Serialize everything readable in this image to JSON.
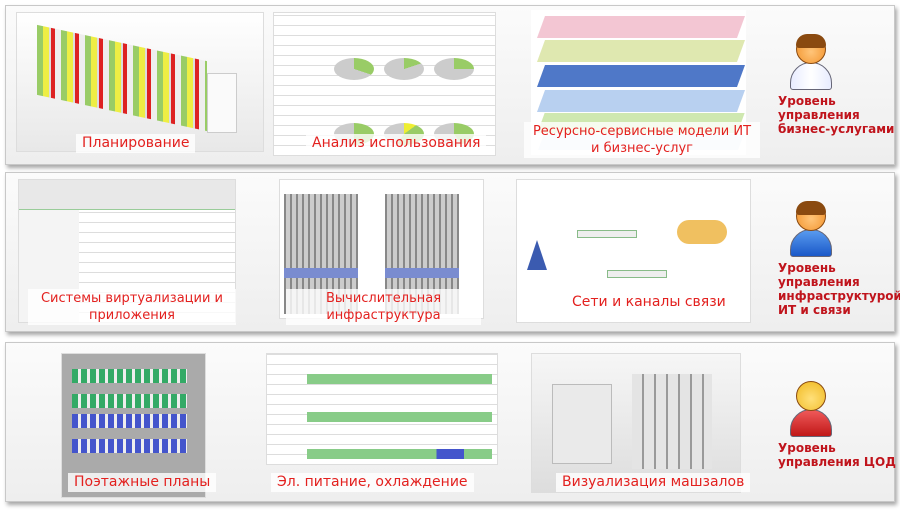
{
  "rows": [
    {
      "captions": [
        "Планирование",
        "Анализ использования",
        "Ресурсно-сервисные модели ИТ и бизнес-услуг"
      ],
      "role": {
        "icon": "business-user-icon",
        "label": "Уровень управления бизнес-услугами",
        "color": "#c0141c"
      }
    },
    {
      "captions": [
        "Системы виртуализации и приложения",
        "Вычислительная инфраструктура",
        "Сети и каналы связи"
      ],
      "role": {
        "icon": "infrastructure-user-icon",
        "label": "Уровень управления инфраструктурой ИТ и связи",
        "color": "#c0141c"
      }
    },
    {
      "captions": [
        "Поэтажные планы",
        "Эл. питание, охлаждение",
        "Визуализация машзалов"
      ],
      "role": {
        "icon": "datacenter-users-icon",
        "label": "Уровень управления ЦОД",
        "color": "#c0141c"
      }
    }
  ],
  "caption_color": "#e3211f"
}
